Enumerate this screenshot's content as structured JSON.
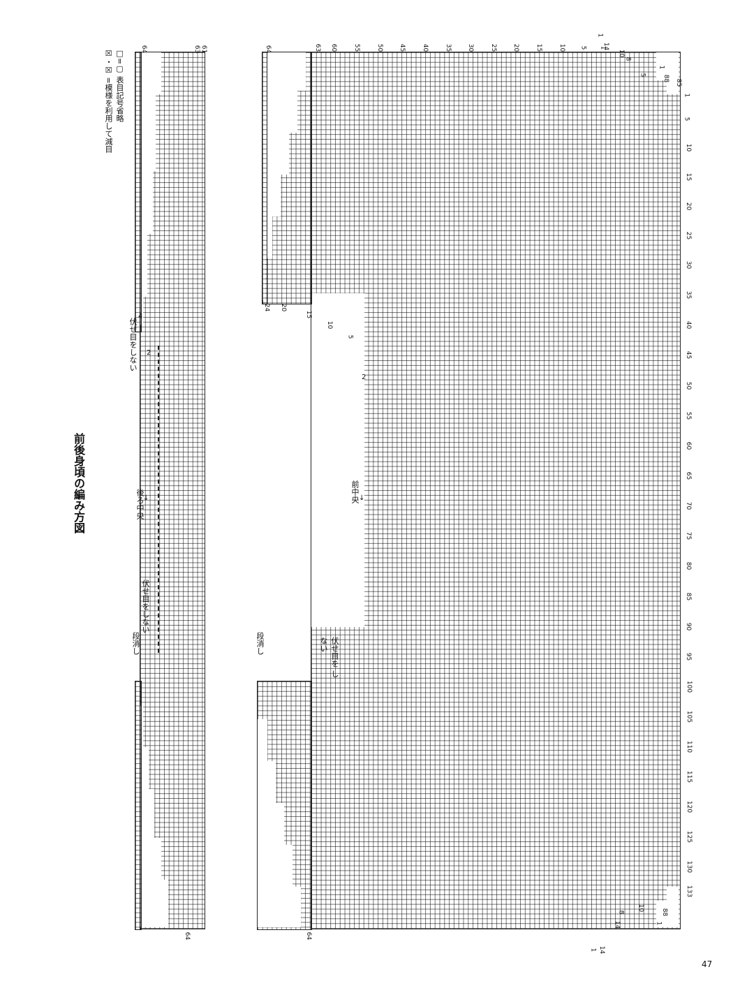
{
  "title": "前後身頃の編み方図",
  "legend": {
    "line1": "☒・☒ =模様を利用して減目",
    "line2": "□=▢ 表目記号省略"
  },
  "back": {
    "center_label": "後ろ中央",
    "no_bindoff_top": "伏せ目をしない",
    "no_bindoff_bottom": "伏せ目をしない",
    "short_row": "段消し",
    "row_top": "64",
    "row_bottom": "64",
    "right_rows": [
      "63",
      "61"
    ],
    "step_2": "2",
    "step_4": "4"
  },
  "front": {
    "center_label": "前中央",
    "no_bindoff": "伏せ目を しない",
    "short_row": "段消し",
    "row_top": "64",
    "row_bottom": "64",
    "step_2": "2",
    "neck_rows": [
      "24",
      "20",
      "15",
      "10",
      "5"
    ],
    "row_numbers": [
      "63",
      "60",
      "55",
      "50",
      "45",
      "40",
      "35",
      "30",
      "25",
      "20",
      "15",
      "10",
      "5",
      "1"
    ],
    "stitch_numbers": [
      "1",
      "5",
      "10",
      "15",
      "20",
      "25",
      "30",
      "35",
      "40",
      "45",
      "50",
      "55",
      "60",
      "65",
      "70",
      "75",
      "80",
      "85",
      "90",
      "95",
      "100",
      "105",
      "110",
      "115",
      "120",
      "125",
      "130",
      "133"
    ],
    "side_top": [
      "1",
      "14",
      "10",
      "8",
      "5",
      "1",
      "88",
      "85"
    ],
    "side_bottom": [
      "14",
      "1",
      "88",
      "8",
      "10",
      "14",
      "1"
    ]
  },
  "page_number": "47"
}
